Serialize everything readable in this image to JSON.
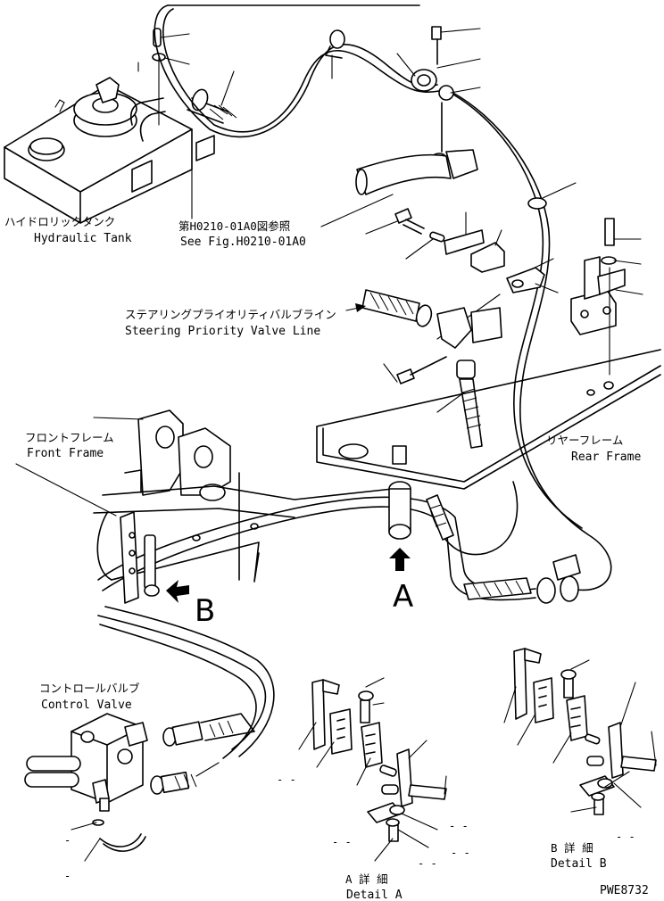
{
  "labels": {
    "hydraulic_tank_jp": "ハイドロリックタンク",
    "hydraulic_tank_en": "Hydraulic Tank",
    "see_fig_jp": "第H0210-01A0図参照",
    "see_fig_en": "See Fig.H0210-01A0",
    "steering_line_jp": "ステアリングプライオリティバルブライン",
    "steering_line_en": "Steering Priority Valve Line",
    "front_frame_jp": "フロントフレーム",
    "front_frame_en": "Front Frame",
    "rear_frame_jp": "リヤーフレーム",
    "rear_frame_en": "Rear Frame",
    "control_valve_jp": "コントロールバルブ",
    "control_valve_en": "Control Valve",
    "view_a": "A",
    "view_b": "B",
    "detail_a_jp": "A 詳 細",
    "detail_a_en": "Detail A",
    "detail_b_jp": "B 詳 細",
    "detail_b_en": "Detail B",
    "drawing_number": "PWE8732"
  },
  "callout_marks": {
    "dash_single": "-",
    "dash_double": "- -"
  }
}
